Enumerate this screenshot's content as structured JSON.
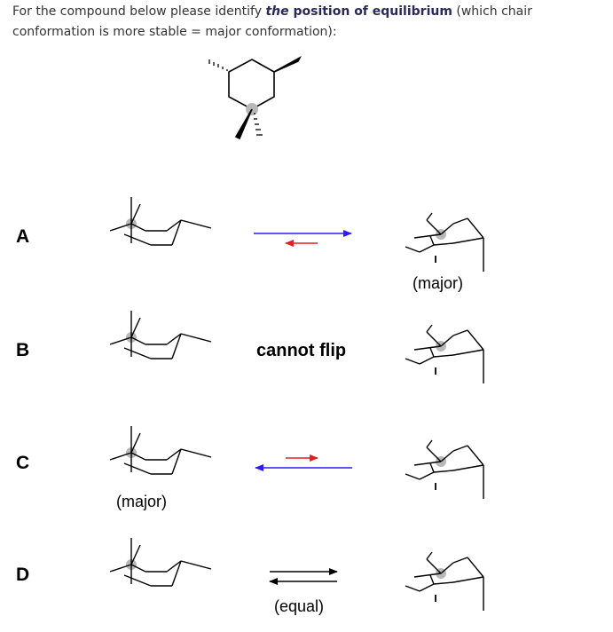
{
  "question": {
    "part1": "For the compound below please identify ",
    "italic": "the",
    "bold": "position of equilibrium",
    "part2": " (which chair conformation is more stable = major conformation):"
  },
  "options": [
    {
      "letter": "A",
      "relation": "equilibrium favors right",
      "note": "(major)"
    },
    {
      "letter": "B",
      "relation": "cannot flip"
    },
    {
      "letter": "C",
      "relation": "equilibrium favors left",
      "note": "(major)"
    },
    {
      "letter": "D",
      "relation": "equilibrium equal",
      "note": "(equal)"
    }
  ],
  "colors": {
    "forward": "#2b1cf0",
    "reverse": "#e21f1f",
    "ink": "#000000",
    "highlight": "#b8b8b8"
  }
}
